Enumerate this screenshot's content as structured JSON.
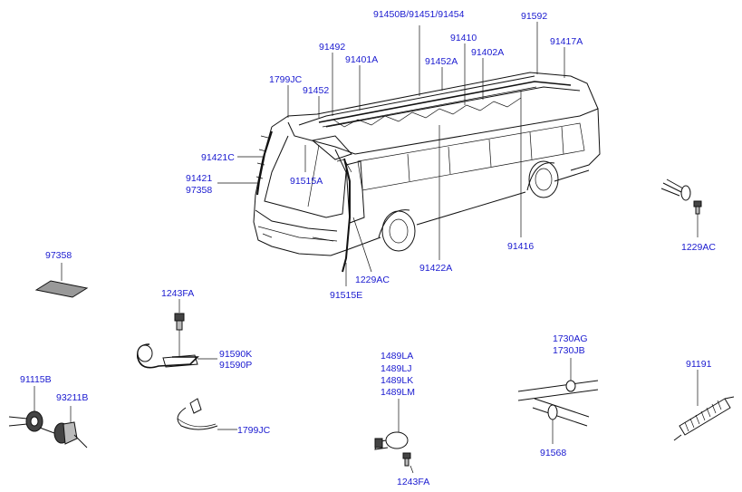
{
  "colors": {
    "label": "#1a1ad0",
    "line": "#111111",
    "background": "#ffffff"
  },
  "labels": {
    "p91450b": "91450B/91451/91454",
    "p91592": "91592",
    "p91410": "91410",
    "p91417a": "91417A",
    "p91492": "91492",
    "p91402a": "91402A",
    "p91401a": "91401A",
    "p91452a": "91452A",
    "p1799jc_top": "1799JC",
    "p91452": "91452",
    "p91421c": "91421C",
    "p91515a": "91515A",
    "p91421": "91421",
    "p97358_top": "97358",
    "p91416": "91416",
    "p1229ac_bus": "1229AC",
    "p91422a": "91422A",
    "p91515e": "91515E",
    "p1229ac_right": "1229AC",
    "p97358": "97358",
    "p1243fa_top": "1243FA",
    "p91590k": "91590K",
    "p91590p": "91590P",
    "p91115b": "91115B",
    "p93211b": "93211B",
    "p1799jc": "1799JC",
    "p1489la": "1489LA",
    "p1489lj": "1489LJ",
    "p1489lk": "1489LK",
    "p1489lm": "1489LM",
    "p1243fa_bottom": "1243FA",
    "p1730ag": "1730AG",
    "p1730jb": "1730JB",
    "p91568": "91568",
    "p91191": "91191"
  }
}
